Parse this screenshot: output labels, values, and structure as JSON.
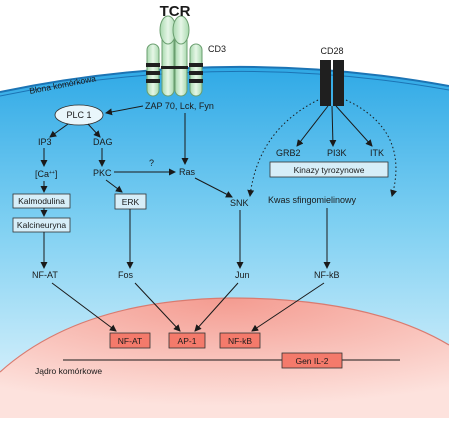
{
  "receptors": {
    "tcr": "TCR",
    "cd3": "CD3",
    "cd28": "CD28"
  },
  "membrane_label": "Błona komórkowa",
  "nucleus_label": "Jądro komórkowe",
  "nodes": {
    "plc1": "PLC 1",
    "zap70": "ZAP 70, Lck, Fyn",
    "ip3": "IP3",
    "dag": "DAG",
    "ca": "[Ca",
    "ca_sup": "++",
    "ca_close": "]",
    "pkc": "PKC",
    "question": "?",
    "ras": "Ras",
    "kalmodulina": "Kalmodulina",
    "kalcineuryna": "Kalcineuryna",
    "erk": "ERK",
    "snk": "SNK",
    "grb2": "GRB2",
    "pi3k": "PI3K",
    "itk": "ITK",
    "kinazy": "Kinazy tyrozynowe",
    "kwas": "Kwas sfingomielinowy",
    "nfat": "NF-AT",
    "fos": "Fos",
    "jun": "Jun",
    "nfkb": "NF-kB"
  },
  "nuclear_boxes": {
    "nfat": "NF-AT",
    "ap1": "AP-1",
    "nfkb": "NF-kB",
    "gen": "Gen IL-2"
  },
  "colors": {
    "cytoplasm": "#3fb8ec",
    "nucleus": "#f6b3aa",
    "nuclear_box": "#f47a6b",
    "cyto_box": "#d7eef8",
    "receptor_green": "#cfe9d2",
    "receptor_dark": "#1f1f1f"
  }
}
